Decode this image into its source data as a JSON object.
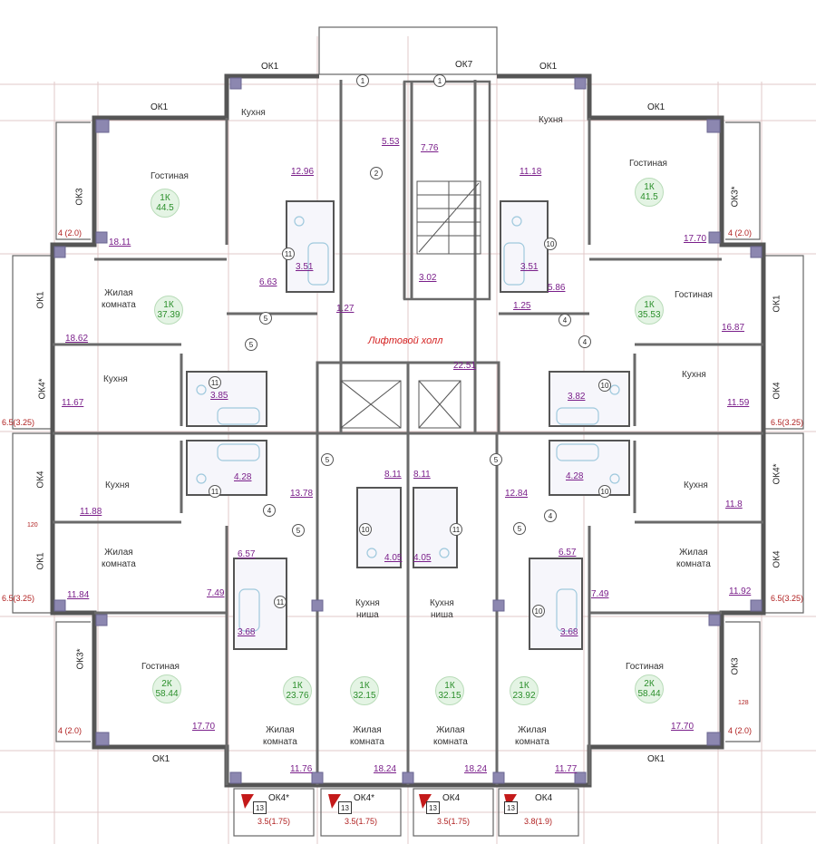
{
  "hall_label": "Лифтовой холл",
  "window_labels": {
    "ok1_top_left": "ОК1",
    "ok7": "ОК7",
    "ok1_top_right": "ОК1",
    "ok1_upper_left": "ОК1",
    "ok1_upper_right": "ОК1",
    "ok3_left": "ОК3",
    "ok3_right": "ОК3*",
    "ok1_left_1": "ОК1",
    "ok1_right_1": "ОК1",
    "ok4s_left": "ОК4*",
    "ok4_right_1": "ОК4",
    "ok4_left": "ОК4",
    "ok4s_right": "ОК4*",
    "ok1_left_2": "ОК1",
    "ok4_right_2": "ОК4",
    "ok3s_left": "ОК3*",
    "ok3_right_2": "ОК3",
    "ok1_bottom_left": "ОК1",
    "ok1_bottom_right": "ОК1",
    "ok4s_b1": "ОК4*",
    "ok4s_b2": "ОК4*",
    "ok4_b3": "ОК4",
    "ok4_b4": "ОК4"
  },
  "balcony_labels": {
    "tl": "4 (2.0)",
    "tr": "4 (2.0)",
    "bl": "4 (2.0)",
    "br": "4 (2.0)",
    "ml": "6.5(3.25)",
    "mr": "6.5(3.25)",
    "ml2": "6.5(3.25)",
    "mr2": "6.5(3.25)",
    "b1": "3.5(1.75)",
    "b2": "3.5(1.75)",
    "b3": "3.5(1.75)",
    "b4": "3.8(1.9)",
    "small_l": "120",
    "small_r": "128"
  },
  "rooms": {
    "kitchen_tl": "Кухня",
    "living_tl": "Гостиная",
    "kitchen_tr": "Кухня",
    "living_tr": "Гостиная",
    "living_l2": "Жилая\nкомната",
    "living_r2": "Гостиная",
    "kitchen_l3": "Кухня",
    "kitchen_r3": "Кухня",
    "kitchen_l4": "Кухня",
    "kitchen_r4": "Кухня",
    "living_l5": "Жилая\nкомната",
    "living_r5": "Жилая\nкомната",
    "living_bl": "Гостиная",
    "living_br": "Гостиная",
    "niche_1": "Кухня\nниша",
    "niche_2": "Кухня\nниша",
    "living_b1": "Жилая\nкомната",
    "living_b2": "Жилая\nкомната",
    "living_b3": "Жилая\nкомната",
    "living_b4": "Жилая\nкомната"
  },
  "areas": {
    "a1": "12.96",
    "a2": "5.53",
    "a3": "7.76",
    "a4": "11.18",
    "a5": "18.11",
    "a6": "17.70",
    "a7": "3.51",
    "a8": "3.02",
    "a9": "3.51",
    "a10": "6.63",
    "a11": "1.27",
    "a12": "5.86",
    "a13": "1.25",
    "a14": "18.62",
    "a15": "16.87",
    "a16": "22.51",
    "a17": "11.67",
    "a18": "3.85",
    "a19": "3.82",
    "a20": "11.59",
    "a21": "4.28",
    "a22": "13.78",
    "a23": "8.11",
    "a24": "8.11",
    "a25": "12.84",
    "a26": "4.28",
    "a27": "11.88",
    "a28": "11.8",
    "a29": "6.57",
    "a30": "4.05",
    "a31": "4.05",
    "a32": "6.57",
    "a33": "7.49",
    "a34": "11.84",
    "a35": "7.49",
    "a36": "11.92",
    "a37": "3.68",
    "a38": "3.68",
    "a39": "17.70",
    "a40": "17.70",
    "a41": "11.76",
    "a42": "18.24",
    "a43": "18.24",
    "a44": "11.77"
  },
  "apartments": {
    "tl": {
      "type": "1К",
      "area": "44.5"
    },
    "tr": {
      "type": "1К",
      "area": "41.5"
    },
    "l2": {
      "type": "1К",
      "area": "37.39"
    },
    "r2": {
      "type": "1К",
      "area": "35.53"
    },
    "bl": {
      "type": "2К",
      "area": "58.44"
    },
    "br": {
      "type": "2К",
      "area": "58.44"
    },
    "b1": {
      "type": "1К",
      "area": "23.76"
    },
    "b2": {
      "type": "1К",
      "area": "32.15"
    },
    "b3": {
      "type": "1К",
      "area": "32.15"
    },
    "b4": {
      "type": "1К",
      "area": "23.92"
    }
  },
  "markers": {
    "m1a": "1",
    "m1b": "1",
    "m2": "2",
    "m11a": "11",
    "m10a": "10",
    "m5a": "5",
    "m5b": "5",
    "m4a": "4",
    "m4b": "4",
    "m11b": "11",
    "m10b": "10",
    "m11c": "11",
    "m10c": "10",
    "m5c": "5",
    "m5d": "5",
    "m4c": "4",
    "m4d": "4",
    "m11d": "11",
    "m10d": "10",
    "m11e": "11",
    "m10e": "10",
    "m5e": "5",
    "m5f": "5",
    "m13a": "13",
    "m13b": "13",
    "m13c": "13",
    "m13d": "13"
  },
  "colors": {
    "wall": "#555555",
    "column": "#8c87b0",
    "area_text": "#7a1f8a",
    "badge_text": "#2b8f2b",
    "hall_text": "#d42020",
    "grid": "#e2c9c9",
    "balcony_mark": "#c41a1a"
  }
}
